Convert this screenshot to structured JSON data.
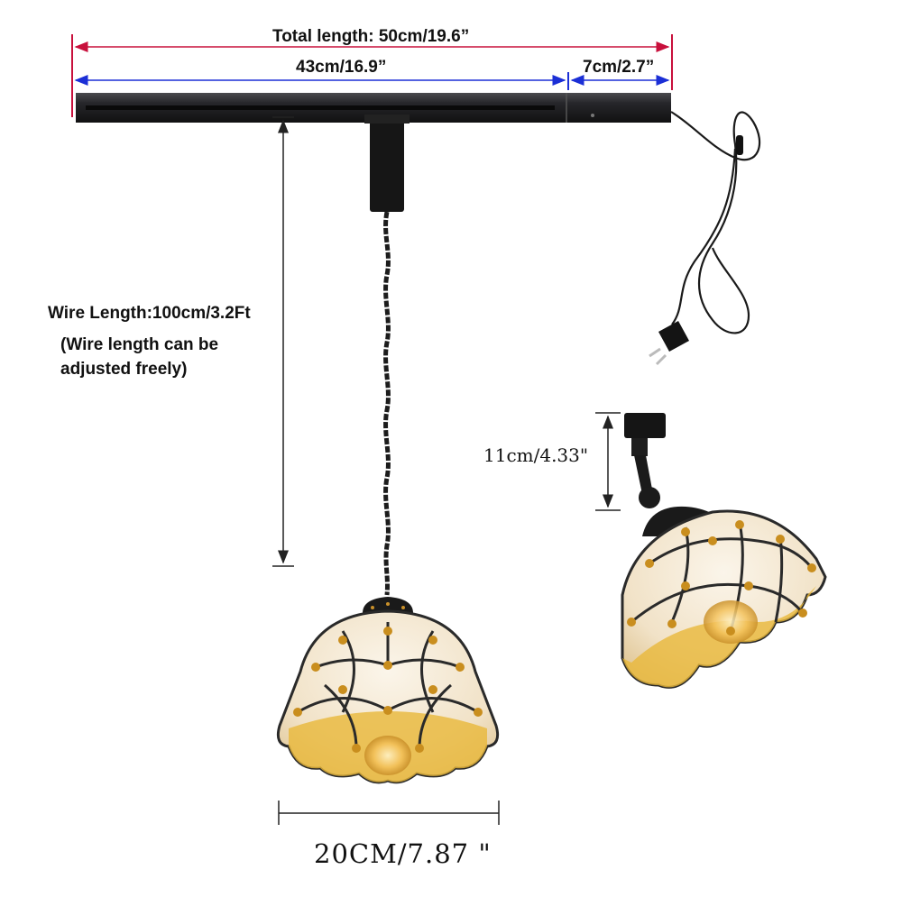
{
  "labels": {
    "total_length": "Total length: 50cm/19.6”",
    "rail_segment": "43cm/16.9”",
    "end_segment": "7cm/2.7”",
    "wire_length": "Wire Length:100cm/3.2Ft",
    "wire_note_line1": "(Wire length can be",
    "wire_note_line2": "adjusted freely)",
    "adapter_height": "11cm/4.33\"",
    "shade_diameter": "20CM/7.87 \""
  },
  "colors": {
    "total_dimension_line": "#c8103c",
    "segment_dimension_line": "#1b2fd6",
    "rail": "#1f1f22",
    "shade_glass": "#f3e6cf",
    "shade_amber": "#e8b83a",
    "lead_lines": "#2a2a2a"
  },
  "icons": [
    "track-rail-icon",
    "power-cord-icon",
    "plug-icon",
    "pendant-lamp-icon",
    "track-adapter-lamp-icon"
  ]
}
